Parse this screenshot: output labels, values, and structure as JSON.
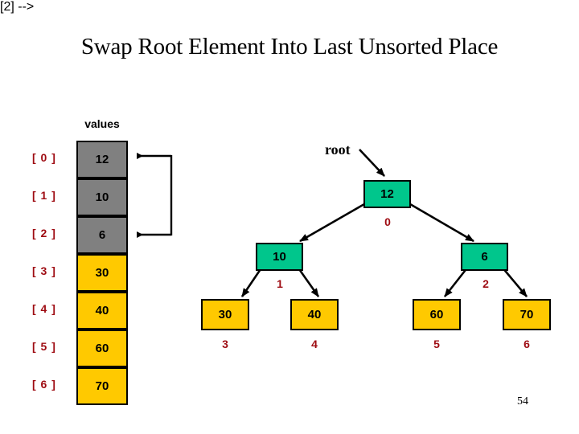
{
  "slide": {
    "title": "Swap Root Element Into Last Unsorted Place",
    "page_number": "54"
  },
  "colors": {
    "gray_unsorted": "#808080",
    "gold_sorted": "#FFC900",
    "teal_node": "#00C68C",
    "index_red": "#9E0B12",
    "outline_black": "#000000",
    "background": "#FFFFFF"
  },
  "array": {
    "label": "values",
    "cells": [
      {
        "index": "[ 0 ]",
        "value": "12",
        "state": "gray"
      },
      {
        "index": "[ 1 ]",
        "value": "10",
        "state": "gray"
      },
      {
        "index": "[ 2 ]",
        "value": "6",
        "state": "gray"
      },
      {
        "index": "[ 3 ]",
        "value": "30",
        "state": "gold"
      },
      {
        "index": "[ 4 ]",
        "value": "40",
        "state": "gold"
      },
      {
        "index": "[ 5 ]",
        "value": "60",
        "state": "gold"
      },
      {
        "index": "[ 6 ]",
        "value": "70",
        "state": "gold"
      }
    ],
    "swap_arrow": {
      "name": "swap-bracket-arrow",
      "from_index": "[ 0 ]",
      "to_index": "[ 2 ]"
    }
  },
  "tree": {
    "root_label": "root",
    "nodes": [
      {
        "id": "n0",
        "value": "12",
        "index": "0",
        "color": "teal"
      },
      {
        "id": "n1",
        "value": "10",
        "index": "1",
        "color": "teal"
      },
      {
        "id": "n2",
        "value": "6",
        "index": "2",
        "color": "teal"
      },
      {
        "id": "n3",
        "value": "30",
        "index": "3",
        "color": "gold"
      },
      {
        "id": "n4",
        "value": "40",
        "index": "4",
        "color": "gold"
      },
      {
        "id": "n5",
        "value": "60",
        "index": "5",
        "color": "gold"
      },
      {
        "id": "n6",
        "value": "70",
        "index": "6",
        "color": "gold"
      }
    ],
    "edges": [
      {
        "from": "n0",
        "to": "n1"
      },
      {
        "from": "n0",
        "to": "n2"
      },
      {
        "from": "n1",
        "to": "n3"
      },
      {
        "from": "n1",
        "to": "n4"
      },
      {
        "from": "n2",
        "to": "n5"
      },
      {
        "from": "n2",
        "to": "n6"
      }
    ]
  }
}
